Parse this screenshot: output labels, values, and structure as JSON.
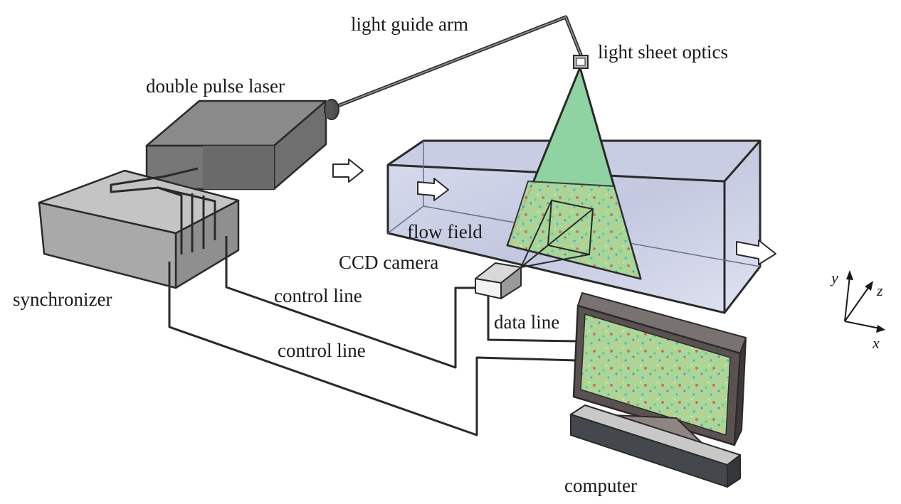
{
  "labels": {
    "light_guide_arm": "light guide arm",
    "light_sheet_optics": "light sheet optics",
    "double_pulse_laser": "double pulse laser",
    "synchronizer": "synchronizer",
    "flow_field": "flow field",
    "ccd_camera": "CCD camera",
    "control_line_1": "control line",
    "control_line_2": "control line",
    "data_line": "data line",
    "computer": "computer"
  },
  "axes": {
    "x": "x",
    "y": "y",
    "z": "z"
  },
  "colors": {
    "light_sheet": "#8fd3a3",
    "laser_body": "#6f6f6f",
    "synchronizer_body": "#a9a9a9",
    "tank_glass": "#cfd3e6",
    "monitor_frame": "#5a5250",
    "wire": "#2a2a2a"
  }
}
